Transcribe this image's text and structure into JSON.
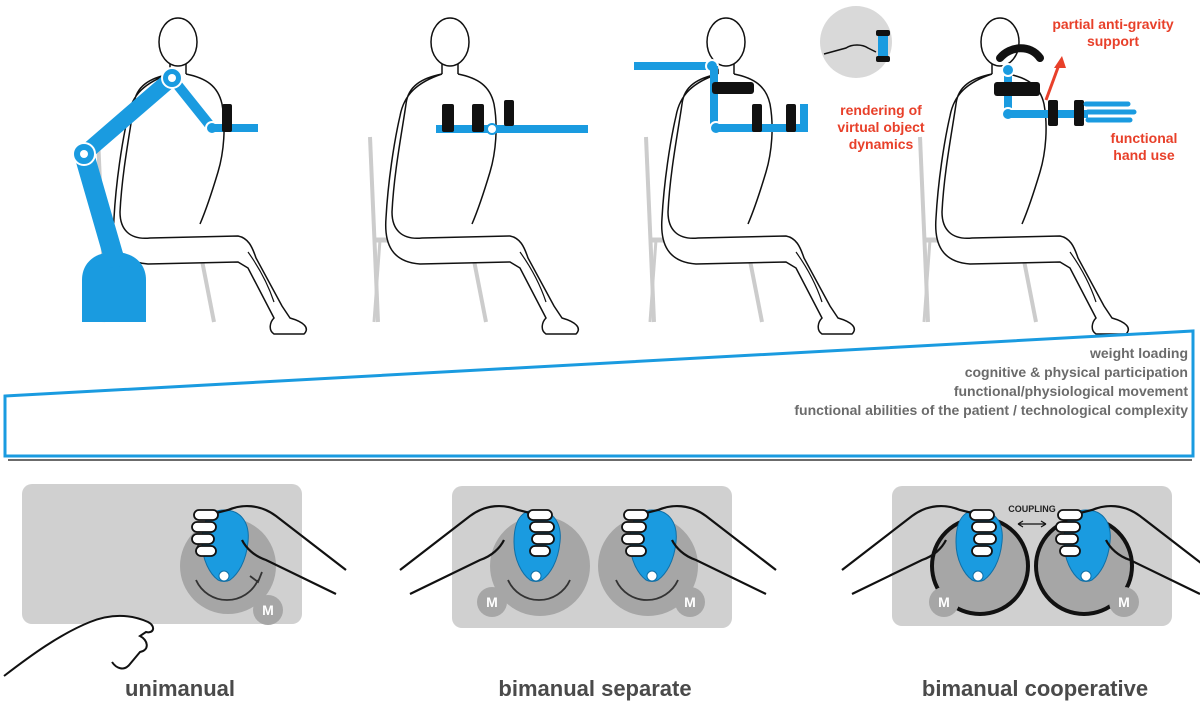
{
  "panels_top": {
    "panel3": {
      "annotation": "rendering of virtual object dynamics"
    },
    "panel4": {
      "annotation_support": "partial anti-gravity support",
      "annotation_hand": "functional hand use"
    }
  },
  "progression": {
    "lines": [
      "weight loading",
      "cognitive & physical participation",
      "functional/physiological movement",
      "functional abilities of the patient / technological complexity"
    ]
  },
  "panels_bottom": {
    "labels": [
      "unimanual",
      "bimanual separate",
      "bimanual cooperative"
    ],
    "motor_label": "M",
    "coupling_label": "COUPLING"
  },
  "colors": {
    "accent_blue": "#1a9be0",
    "annotation_red": "#e8402a",
    "chair_grey": "#cccccc",
    "panel_grey": "#d0d0d0",
    "disc_grey": "#a6a6a6",
    "text_grey": "#6b6b6b"
  },
  "icons": [
    "seated-person-icon",
    "end-effector-robot-icon",
    "exoskeleton-icon",
    "hand-icon",
    "handle-icon",
    "motor-icon"
  ]
}
